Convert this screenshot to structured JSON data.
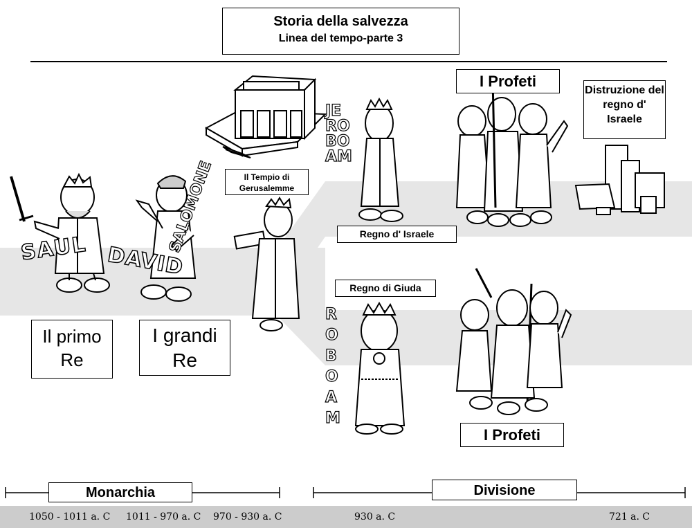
{
  "header": {
    "title": "Storia della salvezza",
    "subtitle": "Linea del tempo-parte 3"
  },
  "labels": {
    "primo_re": "Il primo Re",
    "grandi_re": "I grandi Re",
    "tempio": "Il Tempio di Gerusalemme",
    "regno_israele": "Regno d' Israele",
    "regno_giuda": "Regno di Giuda",
    "profeti_top": "I Profeti",
    "profeti_bottom": "I Profeti",
    "distruzione": "Distruzione del regno d' Israele"
  },
  "figures": {
    "saul": "SAUL",
    "david": "DAVID",
    "salomone": "SALOMONE",
    "geroboamo": "JEROBOAM",
    "roboamo": "ROBOAM"
  },
  "timeline": {
    "monarchia": "Monarchia",
    "divisione": "Divisione"
  },
  "dates": [
    "1050 - 1011 a. C",
    "1011 - 970 a. C",
    "970 - 930 a. C",
    "930 a. C",
    "721 a. C"
  ],
  "colors": {
    "band": "#e6e6e6",
    "footer": "#cccccc",
    "ink": "#000000"
  }
}
